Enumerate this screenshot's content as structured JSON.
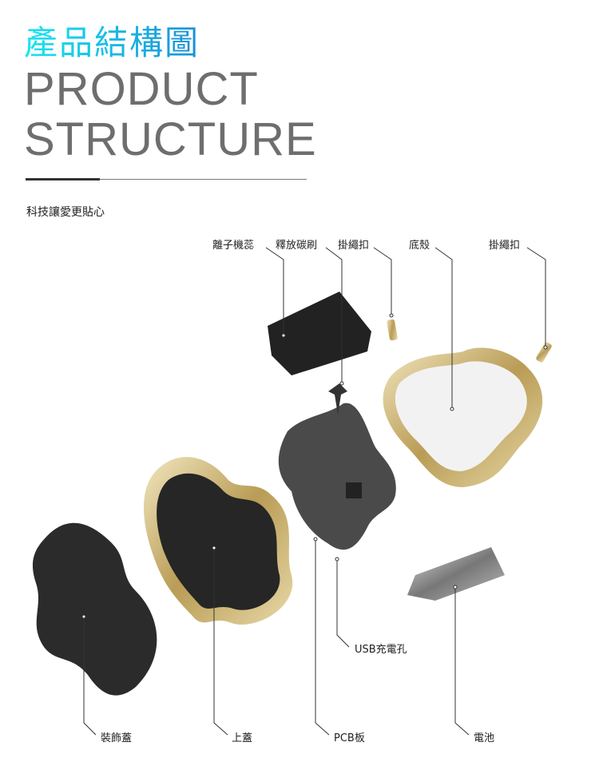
{
  "header": {
    "title_cn": "產品結構圖",
    "title_en_line1": "PRODUCT",
    "title_en_line2": "STRUCTURE",
    "subtitle": "科技讓愛更貼心"
  },
  "labels": {
    "ion_core": "離子機蕊",
    "carbon_brush": "釋放碳刷",
    "lanyard_clip_1": "掛繩扣",
    "bottom_shell": "底殼",
    "lanyard_clip_2": "掛繩扣",
    "decor_cover": "裝飾蓋",
    "top_cover": "上蓋",
    "pcb": "PCB板",
    "usb_port": "USB充電孔",
    "battery": "電池"
  },
  "colors": {
    "title_gradient_start": "#19e6f0",
    "title_gradient_end": "#1a8fd8",
    "gold": "#c9b37a",
    "text": "#222222"
  }
}
